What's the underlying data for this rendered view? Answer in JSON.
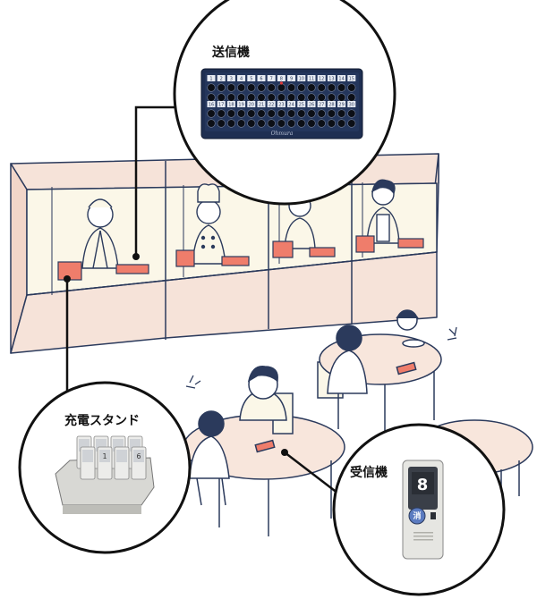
{
  "labels": {
    "transmitter": "送信機",
    "charger": "充電スタンド",
    "receiver": "受信機"
  },
  "transmitter": {
    "row1_numbers": [
      "1",
      "2",
      "3",
      "4",
      "5",
      "6",
      "7",
      "8",
      "9",
      "10",
      "11",
      "12",
      "13",
      "14",
      "15"
    ],
    "row2_numbers": [
      "16",
      "17",
      "18",
      "19",
      "20",
      "21",
      "22",
      "23",
      "24",
      "25",
      "26",
      "27",
      "28",
      "29",
      "30"
    ],
    "brand": "Ohmura"
  },
  "receiver": {
    "display_number": "8",
    "button_glyph": "消"
  },
  "charger": {
    "pager_numbers": [
      "1",
      "6"
    ]
  },
  "colors": {
    "navy": "#1f2f52",
    "booth_wall": "#f6e3d9",
    "booth_glass": "#fbf7e8",
    "table": "#f8e6dc",
    "pager_red": "#ef7d6b",
    "outline": "#2b3a5c"
  }
}
